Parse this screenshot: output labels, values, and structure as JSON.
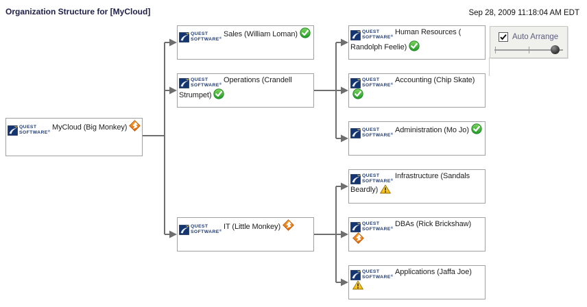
{
  "header": {
    "title": "Organization Structure for [MyCloud]",
    "timestamp": "Sep 28, 2009 11:18:04 AM EDT"
  },
  "controls": {
    "auto_arrange_label": "Auto Arrange",
    "auto_arrange_checked": true,
    "slider_percent": 88
  },
  "logo": {
    "line1": "QUEST",
    "line2": "SOFTWARE",
    "reg": "®"
  },
  "nodes": [
    {
      "id": "mycloud",
      "label": "MyCloud (Big Monkey)",
      "status": "critical"
    },
    {
      "id": "sales",
      "label": "Sales (William Loman)",
      "status": "normal"
    },
    {
      "id": "operations",
      "label": "Operations (Crandell Strumpet)",
      "status": "normal"
    },
    {
      "id": "it",
      "label": "IT (Little Monkey)",
      "status": "critical"
    },
    {
      "id": "hr",
      "label": "Human Resources ( Randolph Feelie)",
      "status": "normal"
    },
    {
      "id": "accounting",
      "label": "Accounting (Chip Skate)",
      "status": "normal"
    },
    {
      "id": "administration",
      "label": "Administration (Mo Jo)",
      "status": "normal"
    },
    {
      "id": "infrastructure",
      "label": "Infrastructure (Sandals Beardly)",
      "status": "warning"
    },
    {
      "id": "dbas",
      "label": "DBAs (Rick Brickshaw)",
      "status": "critical"
    },
    {
      "id": "applications",
      "label": "Applications (Jaffa Joe)",
      "status": "warning"
    }
  ],
  "connections": [
    {
      "from": "mycloud",
      "to": [
        "sales",
        "operations",
        "it"
      ]
    },
    {
      "from": "operations",
      "to": [
        "hr",
        "accounting",
        "administration"
      ]
    },
    {
      "from": "it",
      "to": [
        "infrastructure",
        "dbas",
        "applications"
      ]
    }
  ],
  "status_icons": {
    "normal": "green-check-circle",
    "warning": "yellow-warning-triangle",
    "critical": "orange-diamond-bolt"
  },
  "colors": {
    "status_normal": "#2fa52f",
    "status_warning": "#f5c400",
    "status_critical": "#e8720f",
    "connector": "#6e6e6e",
    "logo_navy": "#1d3a79",
    "panel_bg": "#f0f0ed"
  }
}
